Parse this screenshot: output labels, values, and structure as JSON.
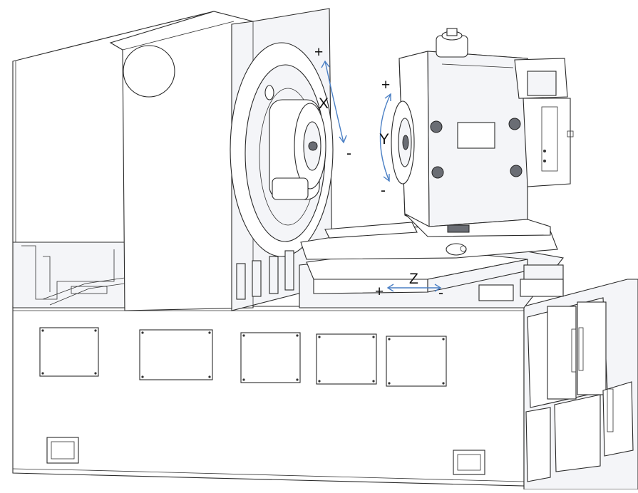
{
  "colors": {
    "axis_arrow": "#4a7fc4",
    "outline": "#2a2a2a",
    "background": "#ffffff"
  },
  "axes": {
    "x": {
      "name": "X",
      "plus": "+",
      "minus": "-"
    },
    "y": {
      "name": "Y",
      "plus": "+",
      "minus": "-"
    },
    "z": {
      "name": "Z",
      "plus": "+",
      "minus": "-"
    }
  }
}
